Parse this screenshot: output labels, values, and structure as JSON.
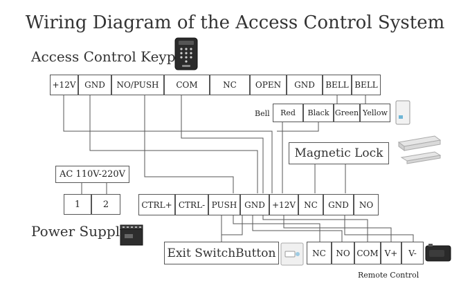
{
  "title": "Wiring Diagram of the Access Control System",
  "keypad": {
    "label": "Access Control Keypad",
    "terminals": [
      "+12V",
      "GND",
      "NO/PUSH",
      "COM",
      "NC",
      "OPEN",
      "GND",
      "BELL",
      "BELL"
    ]
  },
  "bell": {
    "label": "Bell",
    "wires": [
      "Red",
      "Black",
      "Green",
      "Yellow"
    ]
  },
  "magnetic_lock": {
    "label": "Magnetic Lock"
  },
  "ac": {
    "label": "AC 110V-220V",
    "terminals": [
      "1",
      "2"
    ]
  },
  "power_supply": {
    "label": "Power Supply",
    "terminals": [
      "CTRL+",
      "CTRL-",
      "PUSH",
      "GND",
      "+12V",
      "NC",
      "GND",
      "NO"
    ]
  },
  "exit_button": {
    "label": "Exit SwitchButton"
  },
  "remote": {
    "label": "Remote Control",
    "terminals": [
      "NC",
      "NO",
      "COM",
      "V+",
      "V-"
    ]
  },
  "colors": {
    "wire": "#555555",
    "border": "#555555",
    "text": "#222222"
  },
  "icons": [
    "keypad-icon",
    "doorbell-icon",
    "magnetic-lock-icon",
    "power-supply-icon",
    "exit-button-icon",
    "remote-receiver-icon"
  ]
}
